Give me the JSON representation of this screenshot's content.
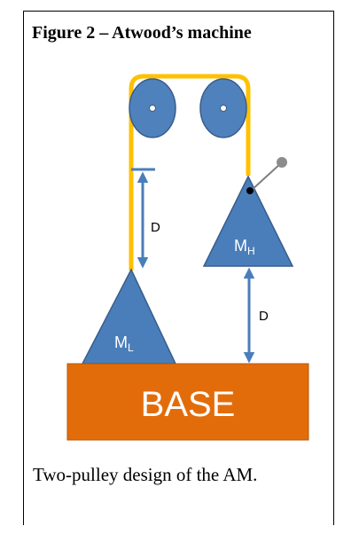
{
  "figure": {
    "title": "Figure 2 – Atwood’s  machine",
    "caption": "Two-pulley design of the AM."
  },
  "diagram": {
    "base_label": "BASE",
    "distance_label_top": "D",
    "distance_label_bottom": "D",
    "mass_light": {
      "main": "M",
      "sub": "L"
    },
    "mass_heavy": {
      "main": "M",
      "sub": "H"
    }
  },
  "colors": {
    "rope": "#FFC000",
    "pulley": "#4F81BD",
    "pulley_edge": "#385D8A",
    "mass": "#4A7EBB",
    "arrow": "#4A7EBB",
    "base": "#E36C0A"
  }
}
